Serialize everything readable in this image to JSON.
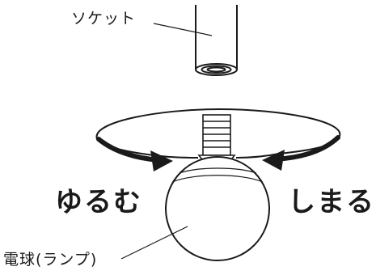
{
  "labels": {
    "socket": "ソケット",
    "bulb": "電球(ランプ)",
    "loosen": "ゆるむ",
    "tighten": "しまる"
  },
  "colors": {
    "line": "#1a1a1a",
    "background": "#ffffff"
  }
}
